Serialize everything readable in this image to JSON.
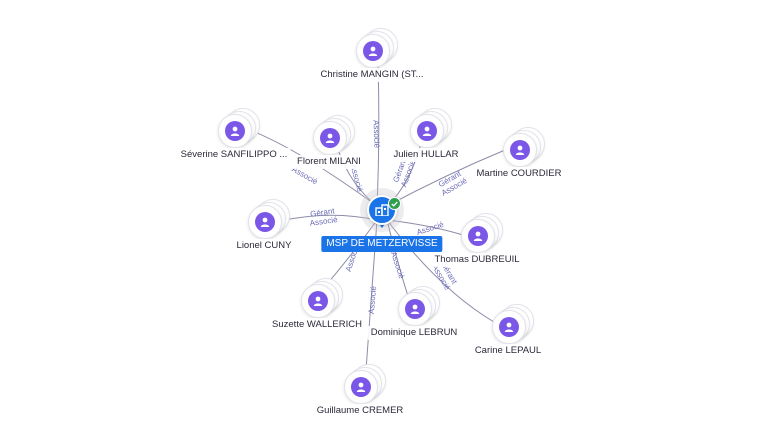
{
  "company": {
    "name": "MSP DE METZERVISSE",
    "icon": "building-icon",
    "badge_icon": "check-icon",
    "accent_color": "#1a74e8",
    "badge_color": "#2e9e4f"
  },
  "person_avatar_color": "#7b57e8",
  "edge_color": "#8c8ca8",
  "edge_label_color": "#6b6bb8",
  "people": [
    {
      "id": "christine-mangin",
      "name": "Christine MANGIN (ST...",
      "roles": [
        "Associé"
      ]
    },
    {
      "id": "severine-sanfilippo",
      "name": "Séverine SANFILIPPO ...",
      "roles": [
        "Associé"
      ]
    },
    {
      "id": "florent-milani",
      "name": "Florent MILANI",
      "roles": [
        "Associé"
      ]
    },
    {
      "id": "julien-hullar",
      "name": "Julien HULLAR",
      "roles": [
        "Gérant",
        "Associé"
      ]
    },
    {
      "id": "martine-courdier",
      "name": "Martine COURDIER",
      "roles": [
        "Gérant",
        "Associé"
      ]
    },
    {
      "id": "lionel-cuny",
      "name": "Lionel CUNY",
      "roles": [
        "Gérant",
        "Associé"
      ]
    },
    {
      "id": "thomas-dubreuil",
      "name": "Thomas DUBREUIL",
      "roles": [
        "Associé"
      ]
    },
    {
      "id": "carine-lepaul",
      "name": "Carine LEPAUL",
      "roles": [
        "Gérant",
        "Associé"
      ]
    },
    {
      "id": "suzette-wallerich",
      "name": "Suzette WALLERICH",
      "roles": [
        "Associé"
      ]
    },
    {
      "id": "dominique-lebrun",
      "name": "Dominique LEBRUN",
      "roles": [
        "Associé"
      ]
    },
    {
      "id": "guillaume-cremer",
      "name": "Guillaume CREMER",
      "roles": [
        "Associé"
      ]
    }
  ]
}
